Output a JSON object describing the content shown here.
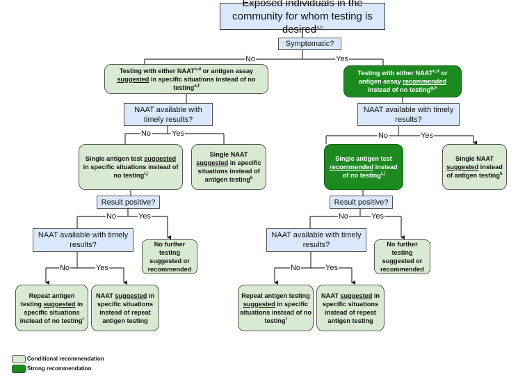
{
  "labels": {
    "no": "No",
    "yes": "Yes"
  },
  "nodes": {
    "start": {
      "segments": [
        {
          "text": "Exposed individuals in the community for whom testing is desired",
          "style": ""
        },
        {
          "text": "a,b",
          "style": "sup"
        }
      ]
    },
    "symptomatic": {
      "segments": [
        {
          "text": "Symptomatic?",
          "style": ""
        }
      ]
    },
    "asym_testing": {
      "segments": [
        {
          "text": "Testing with either NAAT",
          "style": ""
        },
        {
          "text": "c,d",
          "style": "sup"
        },
        {
          "text": " or antigen assay ",
          "style": ""
        },
        {
          "text": "suggested",
          "style": "u"
        },
        {
          "text": " in specific situations instead of no testing",
          "style": ""
        },
        {
          "text": "e,f",
          "style": "sup"
        }
      ]
    },
    "sym_testing": {
      "segments": [
        {
          "text": "Testing with either NAAT",
          "style": ""
        },
        {
          "text": "c,d",
          "style": "sup"
        },
        {
          "text": " or antigen assay ",
          "style": ""
        },
        {
          "text": "recommended",
          "style": "u"
        },
        {
          "text": " instead of no testing",
          "style": ""
        },
        {
          "text": "g,h",
          "style": "sup"
        }
      ]
    },
    "asym_naat_q": {
      "segments": [
        {
          "text": "NAAT available with timely results?",
          "style": ""
        }
      ]
    },
    "sym_naat_q": {
      "segments": [
        {
          "text": "NAAT available with timely results?",
          "style": ""
        }
      ]
    },
    "asym_antigen": {
      "segments": [
        {
          "text": "Single antigen test ",
          "style": ""
        },
        {
          "text": "suggested",
          "style": "u"
        },
        {
          "text": " in specific situations instead of no testing",
          "style": ""
        },
        {
          "text": "i,j",
          "style": "sup"
        }
      ]
    },
    "asym_naat": {
      "segments": [
        {
          "text": "Single NAAT ",
          "style": ""
        },
        {
          "text": "suggested",
          "style": "u"
        },
        {
          "text": " in specific situations instead of antigen testing",
          "style": ""
        },
        {
          "text": "k",
          "style": "sup"
        }
      ]
    },
    "sym_antigen": {
      "segments": [
        {
          "text": "Single antigen test ",
          "style": ""
        },
        {
          "text": "recommended",
          "style": "u"
        },
        {
          "text": " instead of no testing",
          "style": ""
        },
        {
          "text": "i,j",
          "style": "sup"
        }
      ]
    },
    "sym_naat": {
      "segments": [
        {
          "text": "Single NAAT ",
          "style": ""
        },
        {
          "text": "suggested",
          "style": "u"
        },
        {
          "text": " instead of antigen testing",
          "style": ""
        },
        {
          "text": "k",
          "style": "sup"
        }
      ]
    },
    "asym_result_q": {
      "segments": [
        {
          "text": "Result positive?",
          "style": ""
        }
      ]
    },
    "sym_result_q": {
      "segments": [
        {
          "text": "Result positive?",
          "style": ""
        }
      ]
    },
    "asym_naat_q2": {
      "segments": [
        {
          "text": "NAAT available with timely results?",
          "style": ""
        }
      ]
    },
    "sym_naat_q2": {
      "segments": [
        {
          "text": "NAAT available with timely results?",
          "style": ""
        }
      ]
    },
    "asym_no_further": {
      "segments": [
        {
          "text": "No further testing suggested or recommended",
          "style": ""
        }
      ]
    },
    "sym_no_further": {
      "segments": [
        {
          "text": "No further testing suggested or recommended",
          "style": ""
        }
      ]
    },
    "asym_repeat": {
      "segments": [
        {
          "text": "Repeat antigen testing ",
          "style": ""
        },
        {
          "text": "suggested",
          "style": "u"
        },
        {
          "text": " in specific situations instead of no testing",
          "style": ""
        },
        {
          "text": "l",
          "style": "sup"
        }
      ]
    },
    "asym_naat_repeat": {
      "segments": [
        {
          "text": "NAAT ",
          "style": ""
        },
        {
          "text": "suggested",
          "style": "u"
        },
        {
          "text": " in specific situations instead of repeat antigen testing",
          "style": ""
        }
      ]
    },
    "sym_repeat": {
      "segments": [
        {
          "text": "Repeat antigen testing ",
          "style": ""
        },
        {
          "text": "suggested",
          "style": "u"
        },
        {
          "text": " in specific situations instead of no testing",
          "style": ""
        },
        {
          "text": "l",
          "style": "sup"
        }
      ]
    },
    "sym_naat_repeat": {
      "segments": [
        {
          "text": "NAAT ",
          "style": ""
        },
        {
          "text": "suggested",
          "style": "u"
        },
        {
          "text": " in specific situations instead of repeat antigen testing",
          "style": ""
        }
      ]
    }
  },
  "legend": {
    "items": [
      {
        "label": "Conditional recommendation",
        "color": "#d9ead3"
      },
      {
        "label": "Strong recommendation",
        "color": "#1d8a1f"
      }
    ]
  },
  "colors": {
    "question": "#dae8fc",
    "conditional": "#d9ead3",
    "strong": "#1d8a1f"
  }
}
